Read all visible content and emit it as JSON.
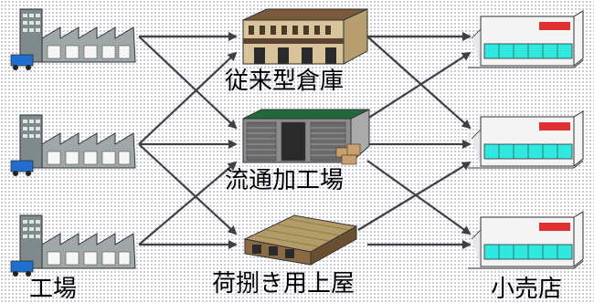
{
  "labels": {
    "factory": "工場",
    "conventional_warehouse": "従来型倉庫",
    "distribution_processing": "流通加工場",
    "cargo_shed": "荷捌き用上屋",
    "retail_store": "小売店"
  },
  "colors": {
    "arrow": "#404040",
    "factory_building": "#9fa8a6",
    "factory_tower": "#7f8a8c",
    "store_wall": "#f4f4f4",
    "store_glass": "#2fe8e0",
    "store_sign": "#e03030",
    "processing_roof": "#1f6a3a",
    "processing_shutter": "#6a6a6a",
    "warehouse_wall": "#d8c39a",
    "shed_roof": "#b69a6a"
  },
  "icons": [
    "factory-icon",
    "warehouse-icon",
    "processing-plant-icon",
    "cargo-shed-icon",
    "retail-store-icon"
  ]
}
